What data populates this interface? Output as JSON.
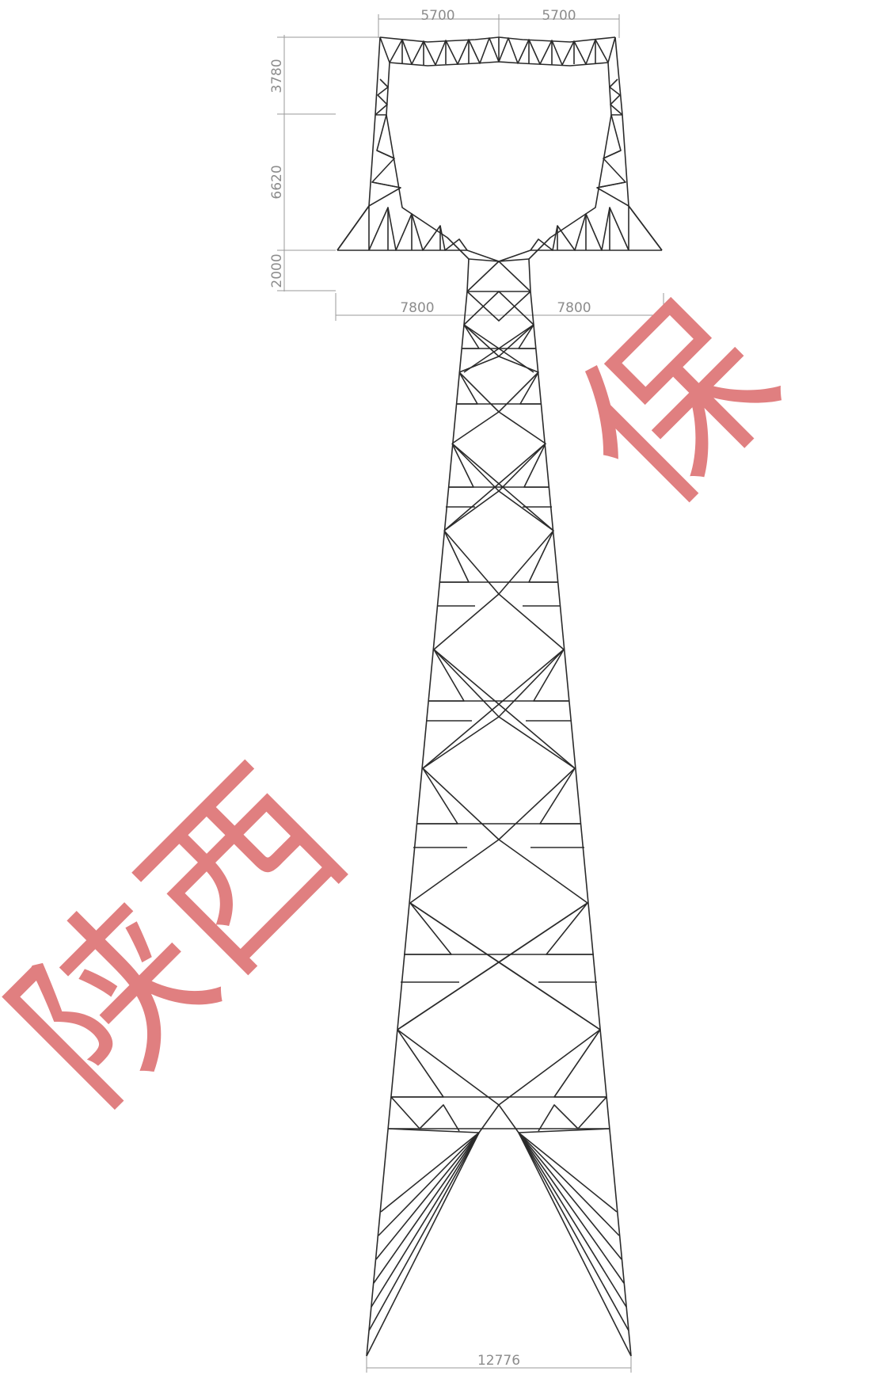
{
  "drawing": {
    "dimensions": {
      "top_left_span": "5700",
      "top_right_span": "5700",
      "upper_height": "3780",
      "middle_height": "6620",
      "lower_height": "2000",
      "arm_left_span": "7800",
      "arm_right_span": "7800",
      "base_width": "12776"
    },
    "watermark": {
      "text_left": "陕西",
      "text_right": "保"
    },
    "colors": {
      "members": "#2b2b2b",
      "dimension": "#8c8c8c",
      "watermark": "#e07f80"
    }
  }
}
